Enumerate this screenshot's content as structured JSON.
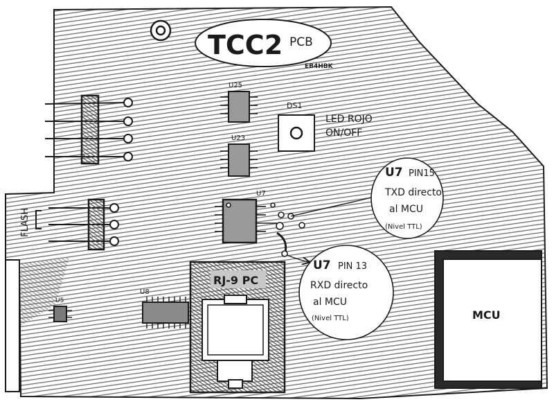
{
  "title": "TCC2",
  "subtitle": "PCB",
  "signature": "EB4HBK",
  "labels": {
    "u25": "U25",
    "u23": "U23",
    "ds1": "DS1",
    "led": [
      "LED ROJO",
      "ON/OFF"
    ],
    "u7": "U7",
    "flash": "FLASH",
    "u5": "U5",
    "u8": "U8",
    "rj9": "RJ-9 PC",
    "mcu": "MCU"
  },
  "notes": {
    "pin15": {
      "head": "U7",
      "pin": "PIN15",
      "lines": [
        "TXD directo",
        "al MCU",
        "(Nivel TTL)"
      ]
    },
    "pin13": {
      "head": "U7",
      "pin": "PIN 13",
      "lines": [
        "RXD directo",
        "al MCU",
        "(Nivel TTL)"
      ]
    }
  },
  "colors": {
    "ink": "#1a1a1a",
    "hatch": "#555555",
    "paper": "#ffffff"
  }
}
